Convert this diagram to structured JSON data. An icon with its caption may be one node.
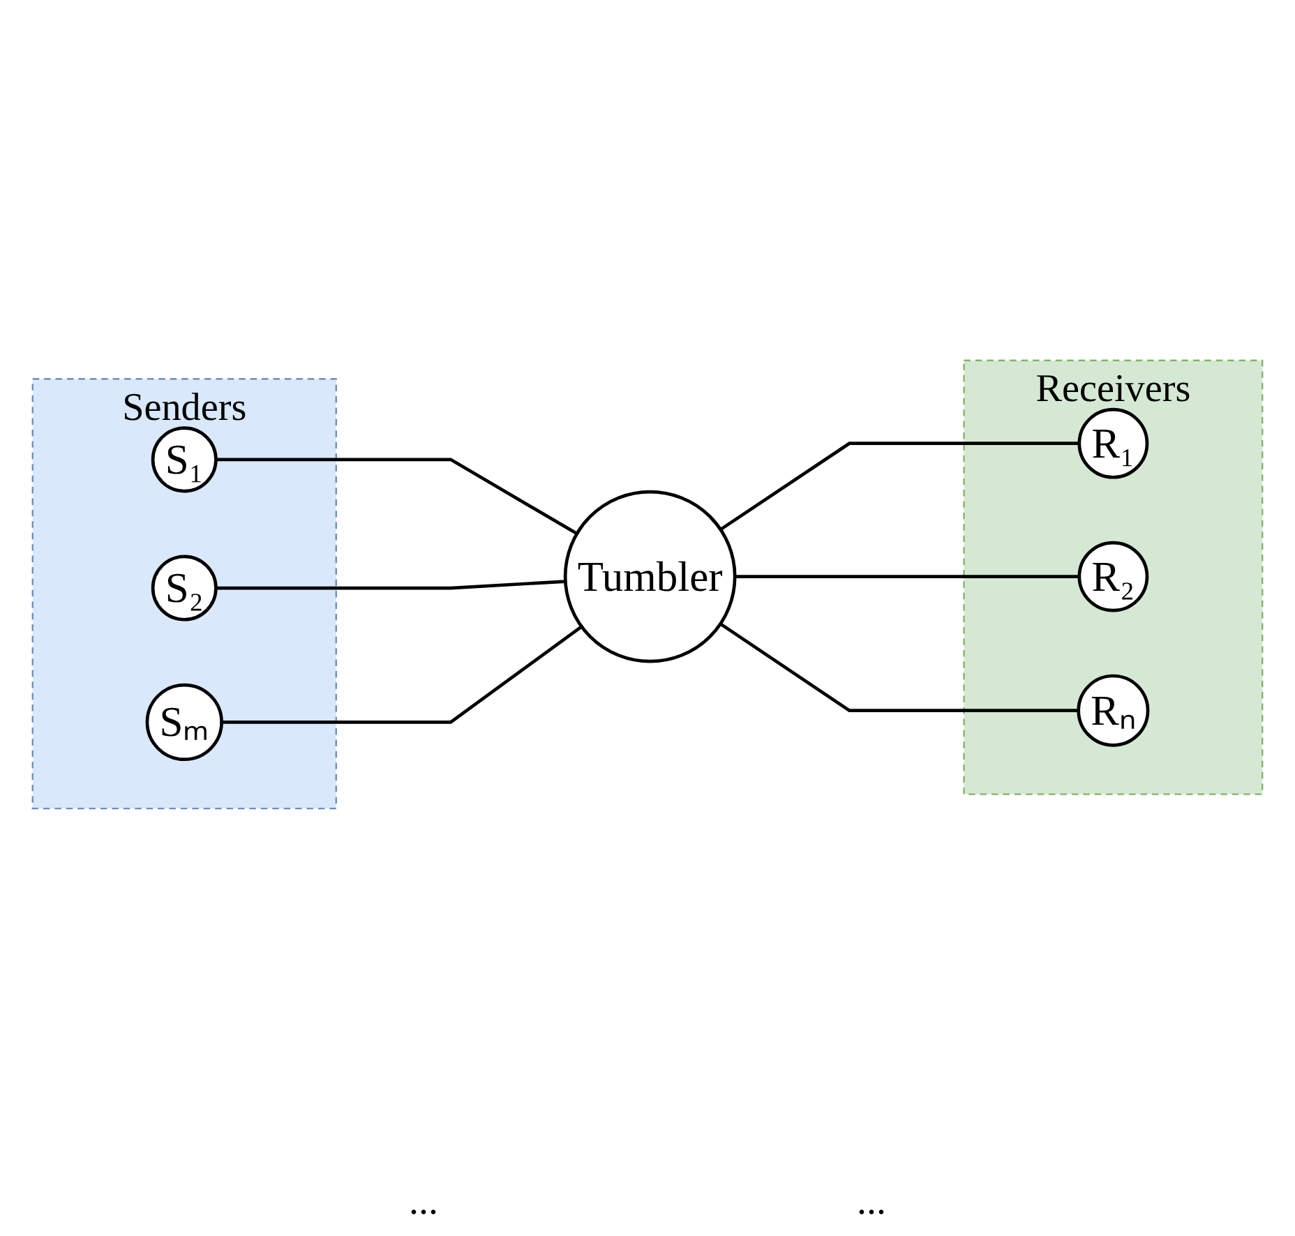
{
  "diagram": {
    "nodes": [
      {
        "text": [
          "Senders"
        ]
      },
      {
        "text": [
          "S₁"
        ],
        "in": 0
      },
      {
        "text": [
          "S₂"
        ],
        "in": 0
      },
      {
        "text": [
          "Sₘ"
        ],
        "in": 0
      },
      {
        "text": [
          "Tumbler"
        ]
      },
      {
        "text": [
          "Receivers"
        ]
      },
      {
        "text": [
          "R₁"
        ],
        "in": 5
      },
      {
        "text": [
          "R₂"
        ],
        "in": 5
      },
      {
        "text": [
          "Rₙ"
        ],
        "in": 5
      }
    ],
    "edges": [
      {
        "from": 1,
        "to": 4,
        "arrow": "none"
      },
      {
        "from": 2,
        "to": 4,
        "arrow": "none"
      },
      {
        "from": 3,
        "to": 4,
        "arrow": "none"
      },
      {
        "from": 4,
        "to": 6,
        "arrow": "none"
      },
      {
        "from": 4,
        "to": 7,
        "arrow": "none"
      },
      {
        "from": 4,
        "to": 8,
        "arrow": "none"
      }
    ],
    "labels": [
      "...",
      "..."
    ]
  }
}
